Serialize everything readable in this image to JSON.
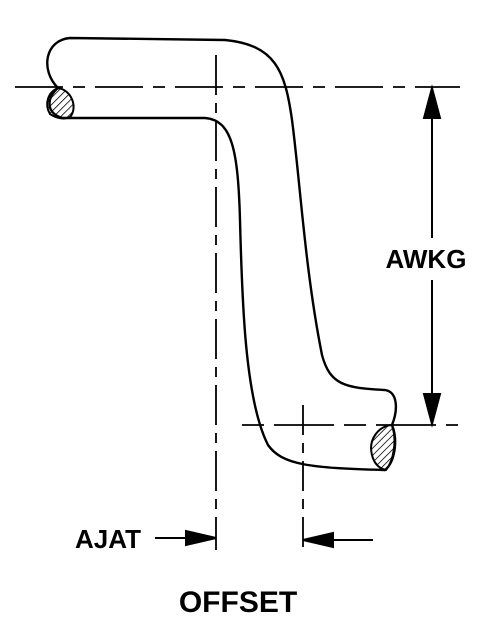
{
  "labels": {
    "vertical_dimension": "AWKG",
    "horizontal_dimension_left": "AJAT",
    "caption": "OFFSET"
  },
  "colors": {
    "ink": "#000000",
    "background": "#ffffff"
  }
}
